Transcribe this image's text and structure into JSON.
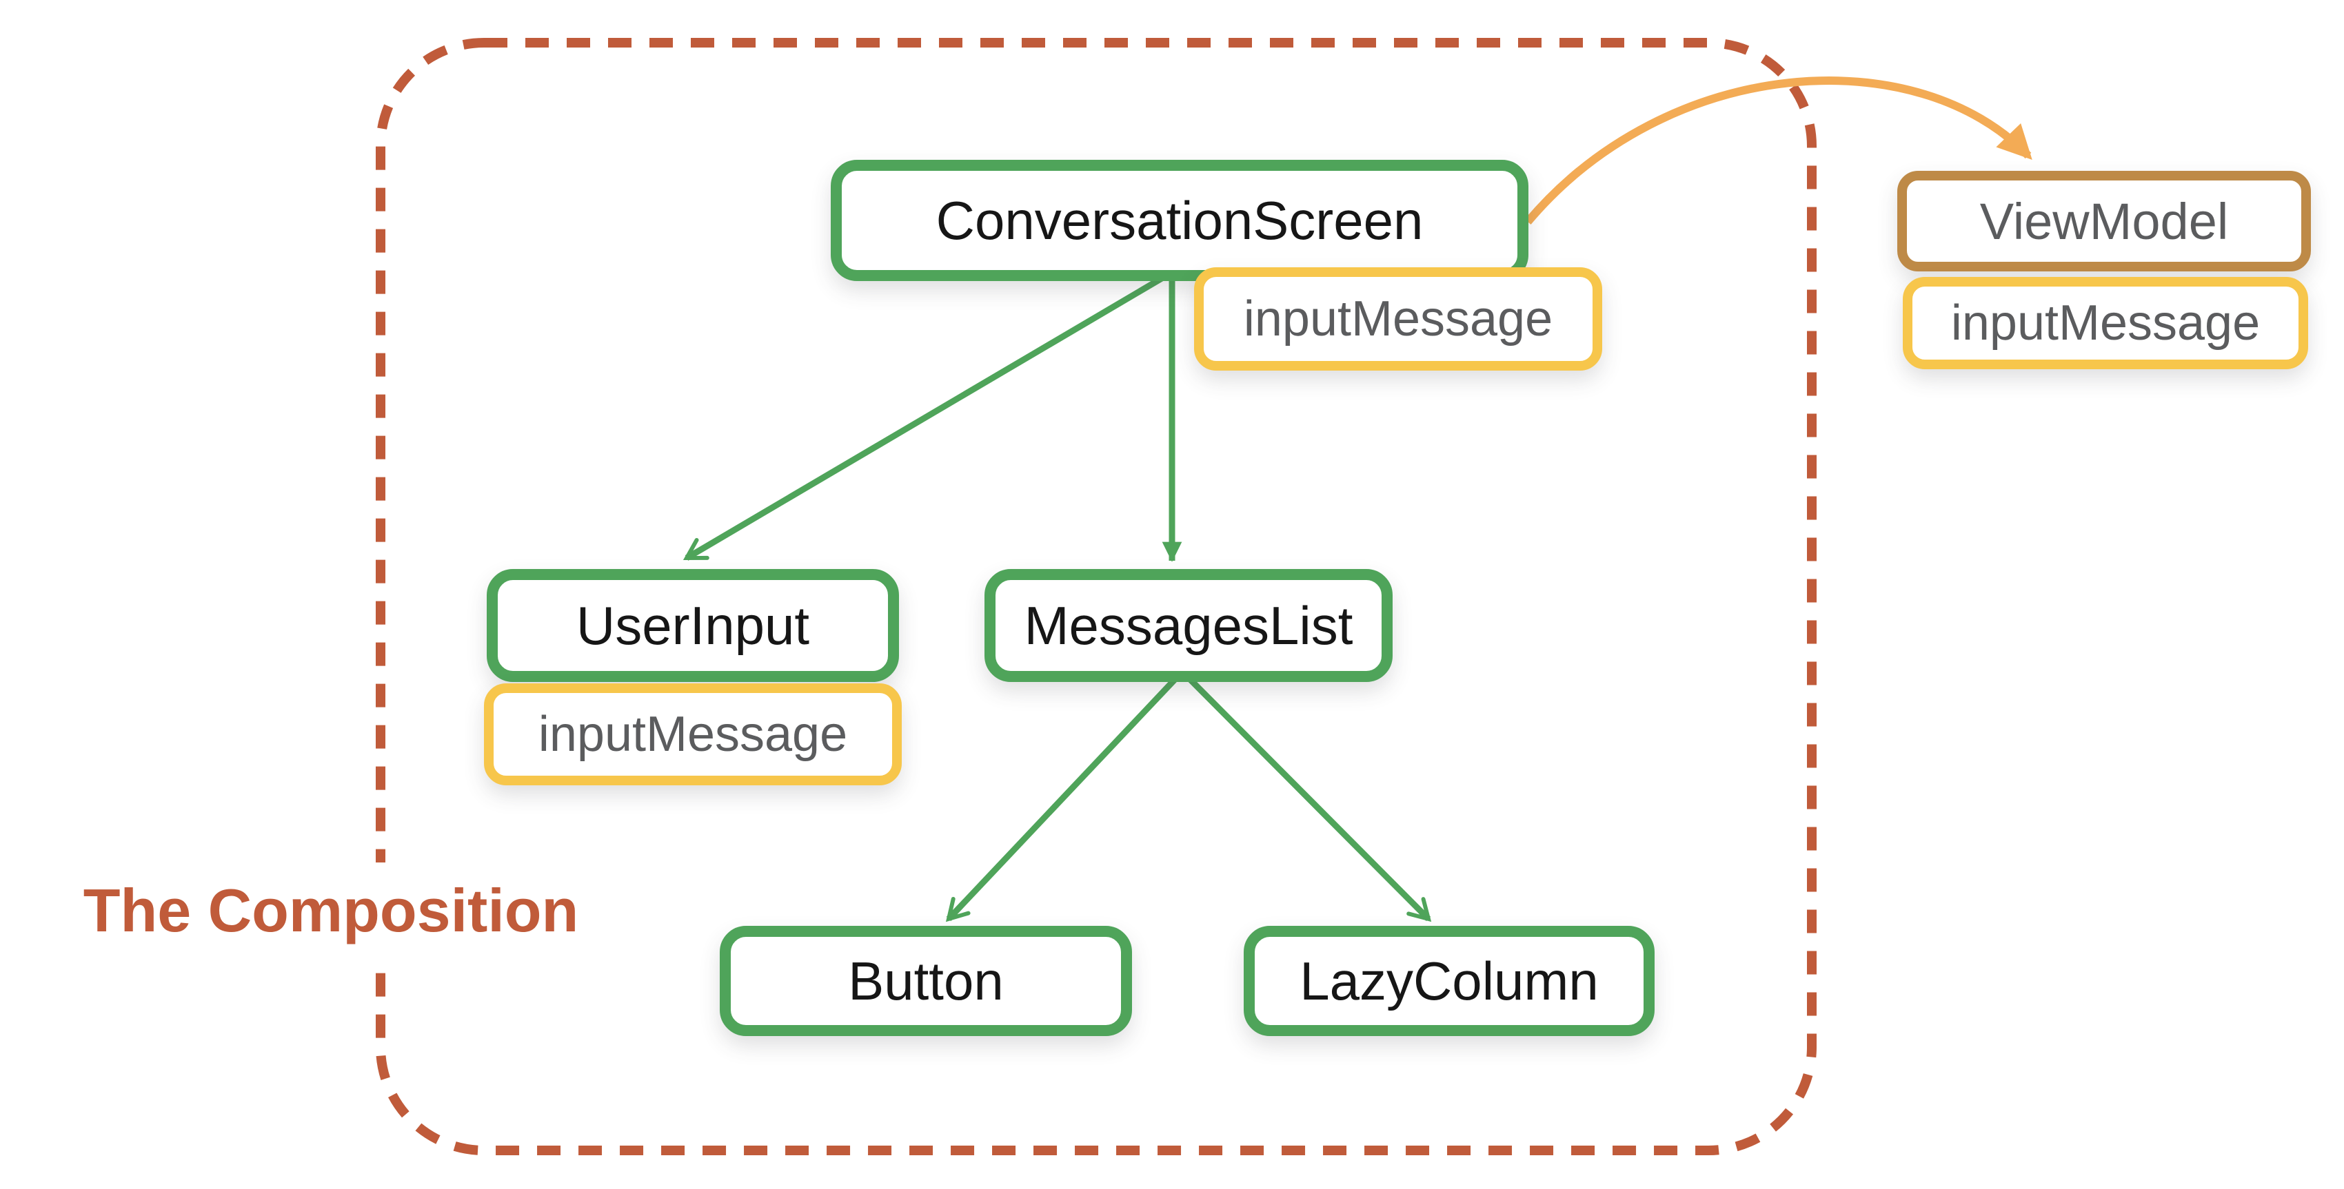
{
  "caption": "The Composition",
  "nodes": {
    "conversation_screen": "ConversationScreen",
    "user_input": "UserInput",
    "messages_list": "MessagesList",
    "button": "Button",
    "lazy_column": "LazyColumn",
    "view_model": "ViewModel"
  },
  "badges": {
    "conversation_screen_state": "inputMessage",
    "user_input_state": "inputMessage",
    "view_model_state": "inputMessage"
  },
  "edges": [
    {
      "from": "ConversationScreen",
      "to": "UserInput",
      "style": "green-line-open-arrow"
    },
    {
      "from": "ConversationScreen",
      "to": "MessagesList",
      "style": "green-line-filled-arrow"
    },
    {
      "from": "MessagesList",
      "to": "Button",
      "style": "green-line-open-arrow"
    },
    {
      "from": "MessagesList",
      "to": "LazyColumn",
      "style": "green-line-open-arrow"
    },
    {
      "from": "ConversationScreen",
      "to": "ViewModel",
      "style": "orange-curved-filled-arrow"
    }
  ],
  "colors": {
    "green": "#4FA45A",
    "yellow": "#F7C64B",
    "brown": "#BE8A47",
    "orange": "#F3AB55",
    "rust": "#C05B3A",
    "gray_text": "#5B5C5E",
    "black_text": "#161616"
  }
}
